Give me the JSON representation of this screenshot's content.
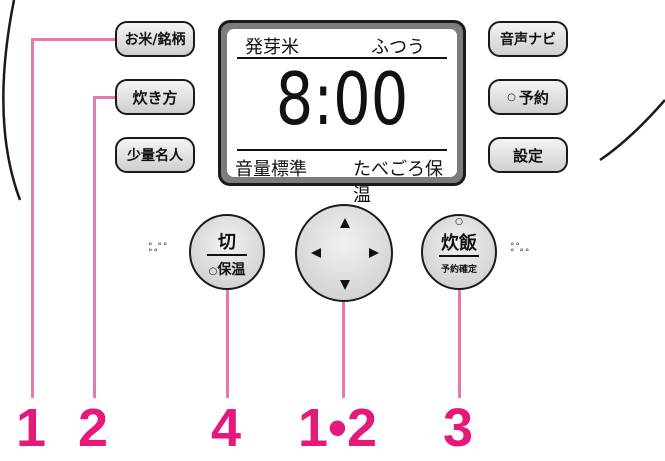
{
  "left_buttons": {
    "rice_brand": "お米/銘柄",
    "cooking_method": "炊き方",
    "small_amount": "少量名人"
  },
  "right_buttons": {
    "voice_nav": "音声ナビ",
    "timer": "予約",
    "settings": "設定"
  },
  "display": {
    "rice_type": "発芽米",
    "mode": "ふつう",
    "time": "8:00",
    "volume": "音量標準",
    "keep_warm": "たべごろ保温"
  },
  "off_button": {
    "top": "切",
    "bottom": "保温"
  },
  "cook_button": {
    "top": "炊飯",
    "bottom": "予約確定"
  },
  "callouts": {
    "c1": "1",
    "c2": "2",
    "c4": "4",
    "c12": "1•2",
    "c3": "3"
  },
  "colors": {
    "callout": "#e4197b",
    "guide": "#e879ab"
  }
}
